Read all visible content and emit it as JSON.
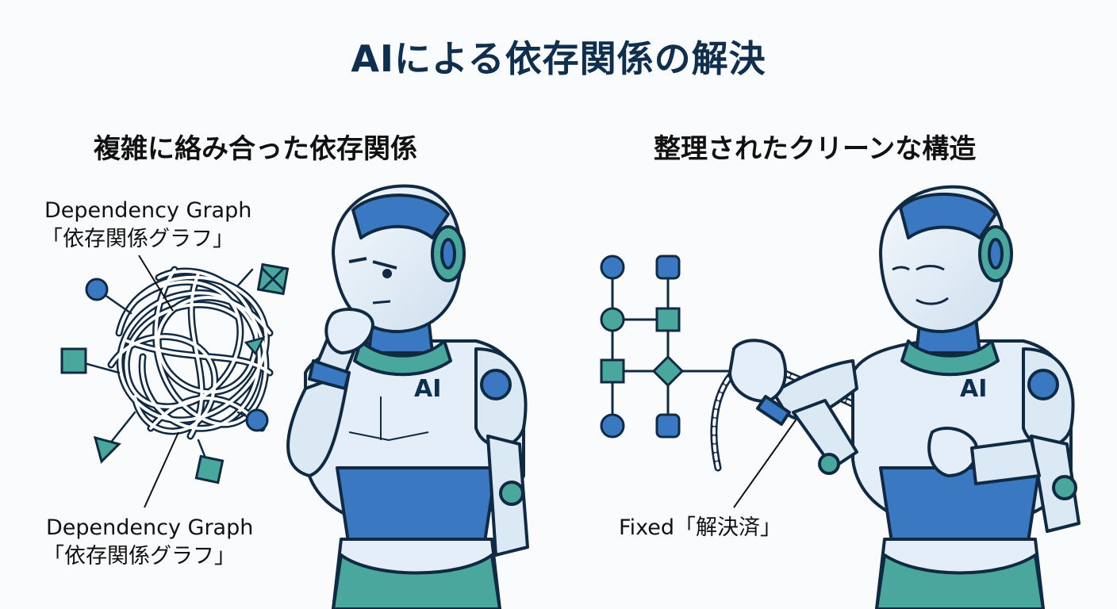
{
  "title": "AIによる依存関係の解決",
  "left_panel": {
    "heading": "複雑に絡み合った依存関係",
    "label_top": {
      "line1": "Dependency Graph",
      "line2": "「依存関係グラフ」"
    },
    "label_bottom": {
      "line1": "Dependency Graph",
      "line2": "「依存関係グラフ」"
    },
    "robot_chest": "AI"
  },
  "right_panel": {
    "heading": "整理されたクリーンな構造",
    "label_fixed": "Fixed「解決済」",
    "robot_chest": "AI"
  },
  "colors": {
    "navy": "#0f2f4e",
    "blue": "#3a78c2",
    "teal": "#4aa79e",
    "light_blue": "#dbe9f5",
    "outline": "#102a44"
  }
}
